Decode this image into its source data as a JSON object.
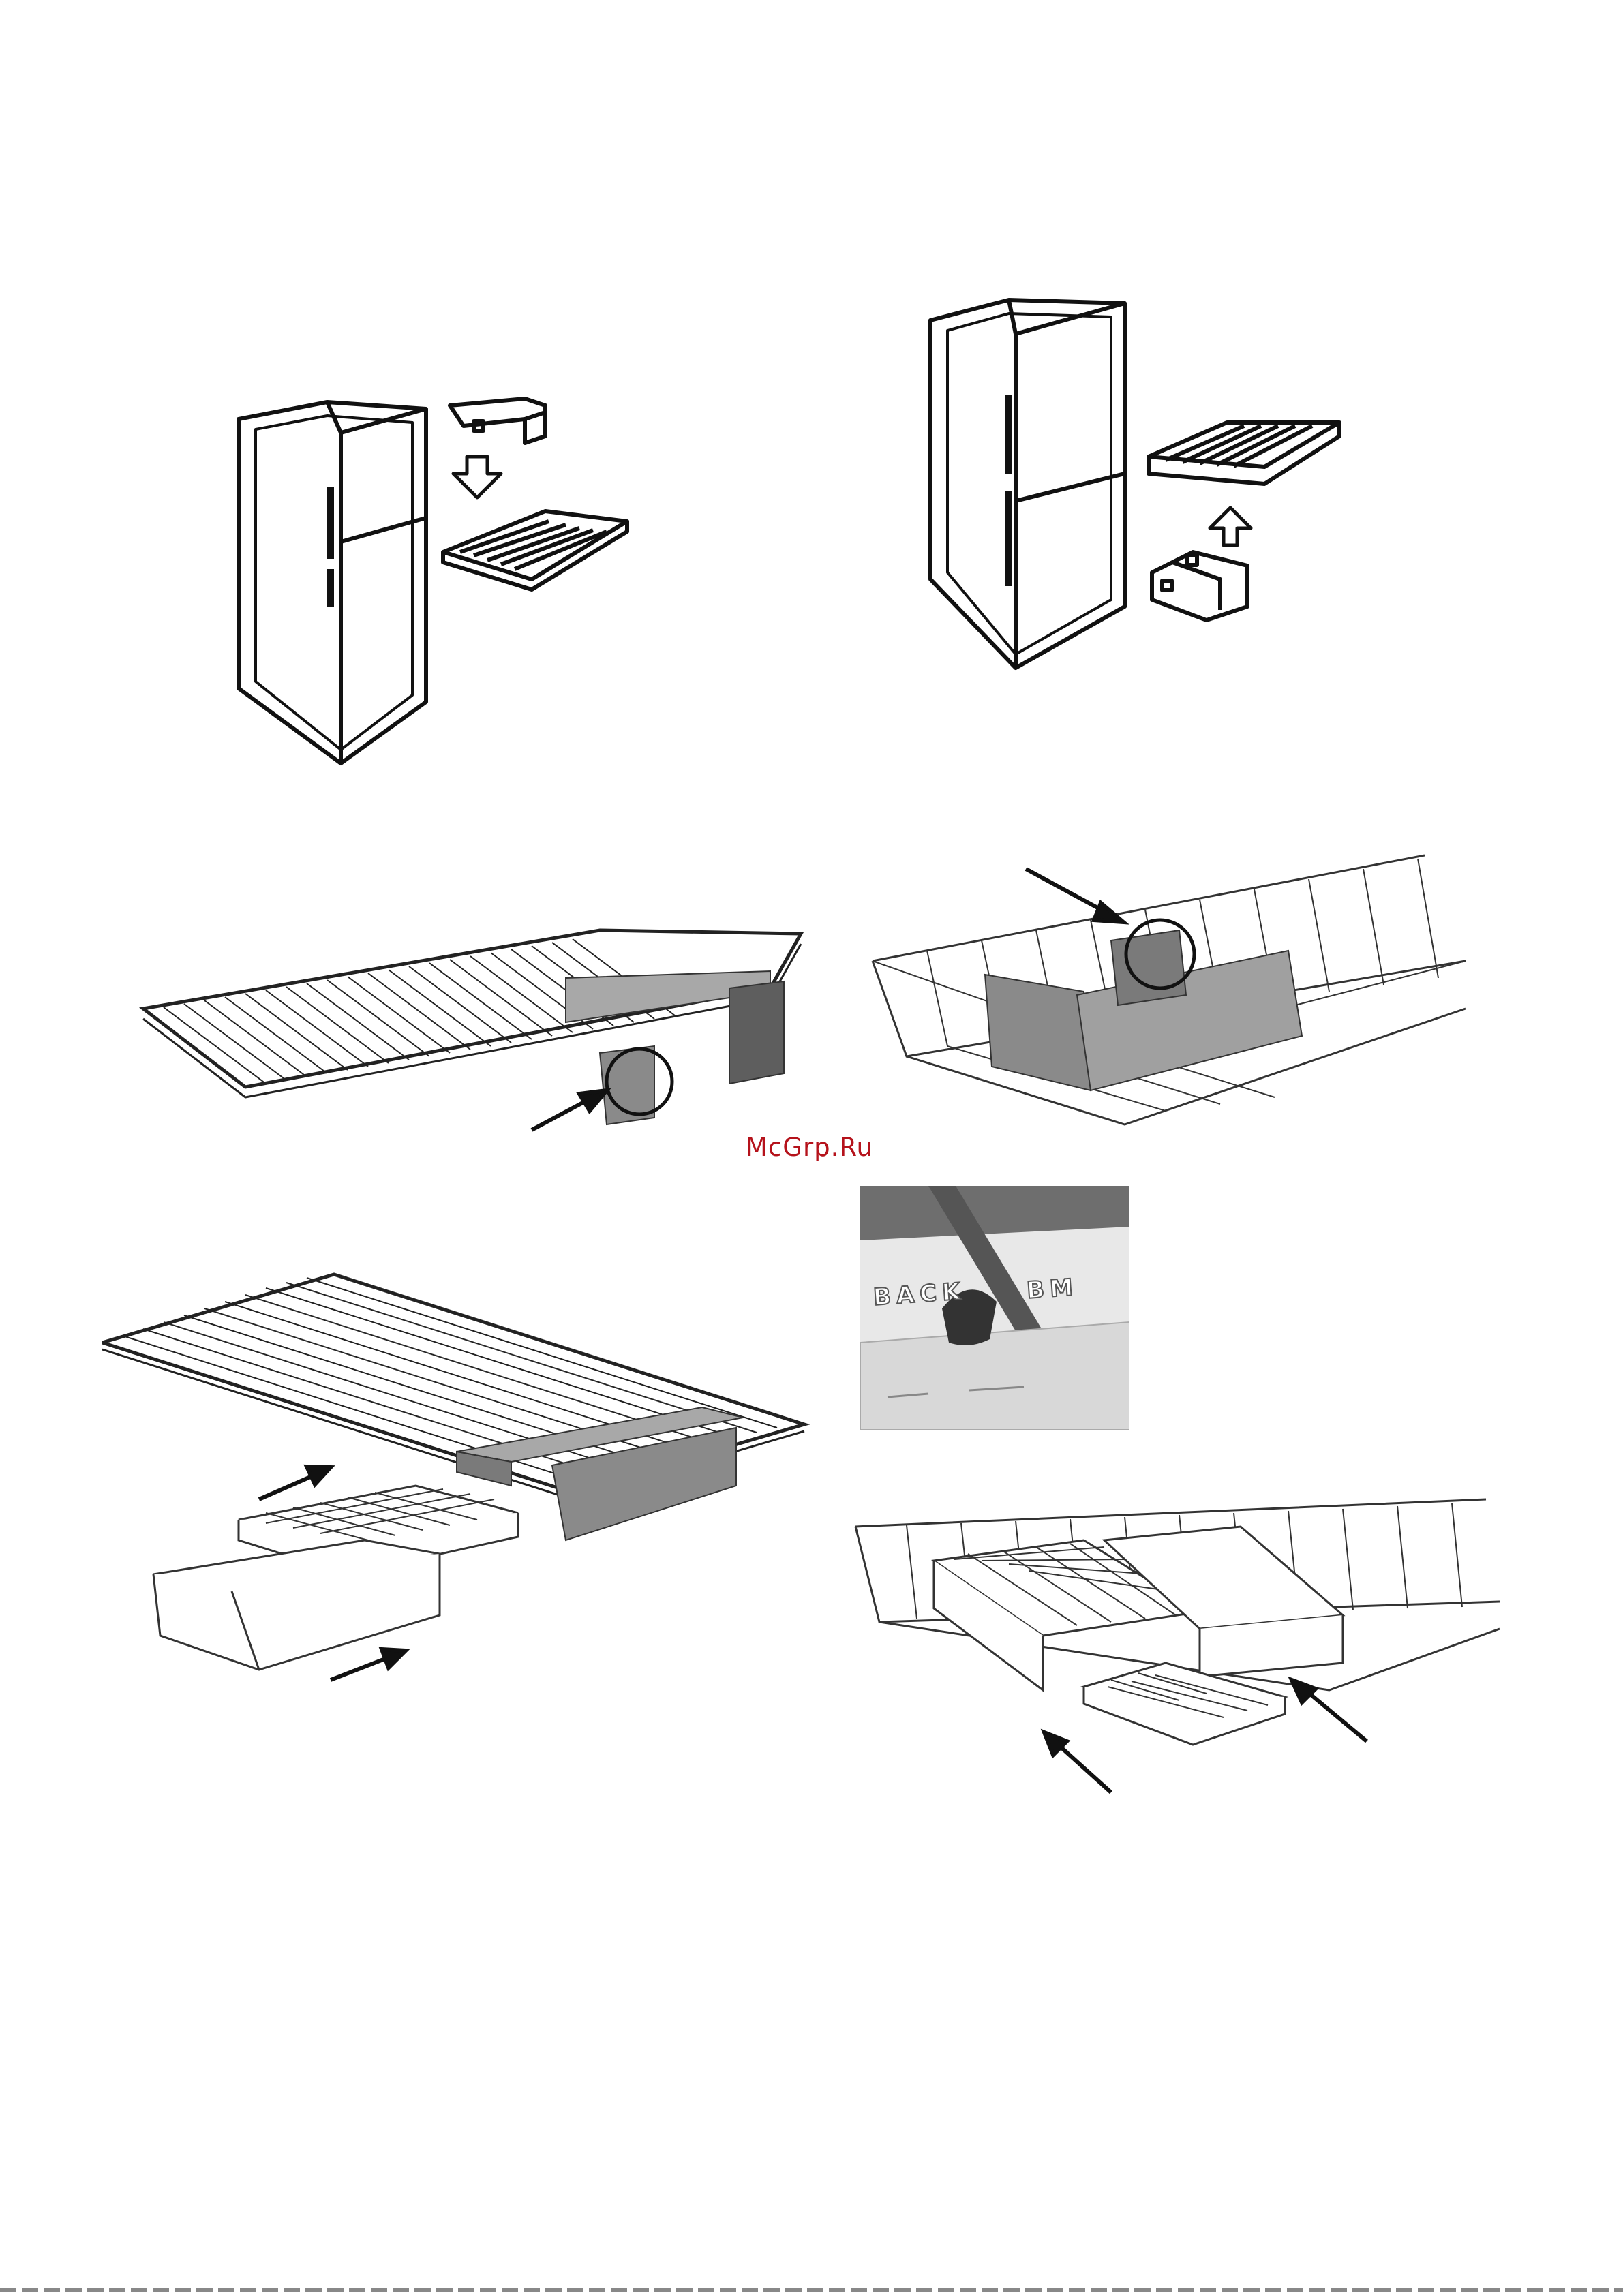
{
  "watermark": {
    "text": "McGrp.Ru",
    "color": "#b5121b"
  },
  "inset": {
    "label_left": "BACK",
    "label_right": "BM"
  },
  "colors": {
    "line": "#111111",
    "panel": "#8a8a8a",
    "panel_dark": "#5e5e5e",
    "rule": "#888888"
  },
  "figures": [
    {
      "id": "fig-1",
      "icon": "fridge-top-freezer-icon"
    },
    {
      "id": "fig-2",
      "icon": "fridge-bottom-freezer-icon"
    },
    {
      "id": "fig-3",
      "icon": "shelf-bracket-icon"
    },
    {
      "id": "fig-4",
      "icon": "basket-bracket-icon"
    },
    {
      "id": "fig-5",
      "icon": "ice-tray-shelf-icon"
    },
    {
      "id": "fig-6",
      "icon": "bracket-label-inset-icon"
    },
    {
      "id": "fig-7",
      "icon": "ice-tray-basket-icon"
    }
  ]
}
